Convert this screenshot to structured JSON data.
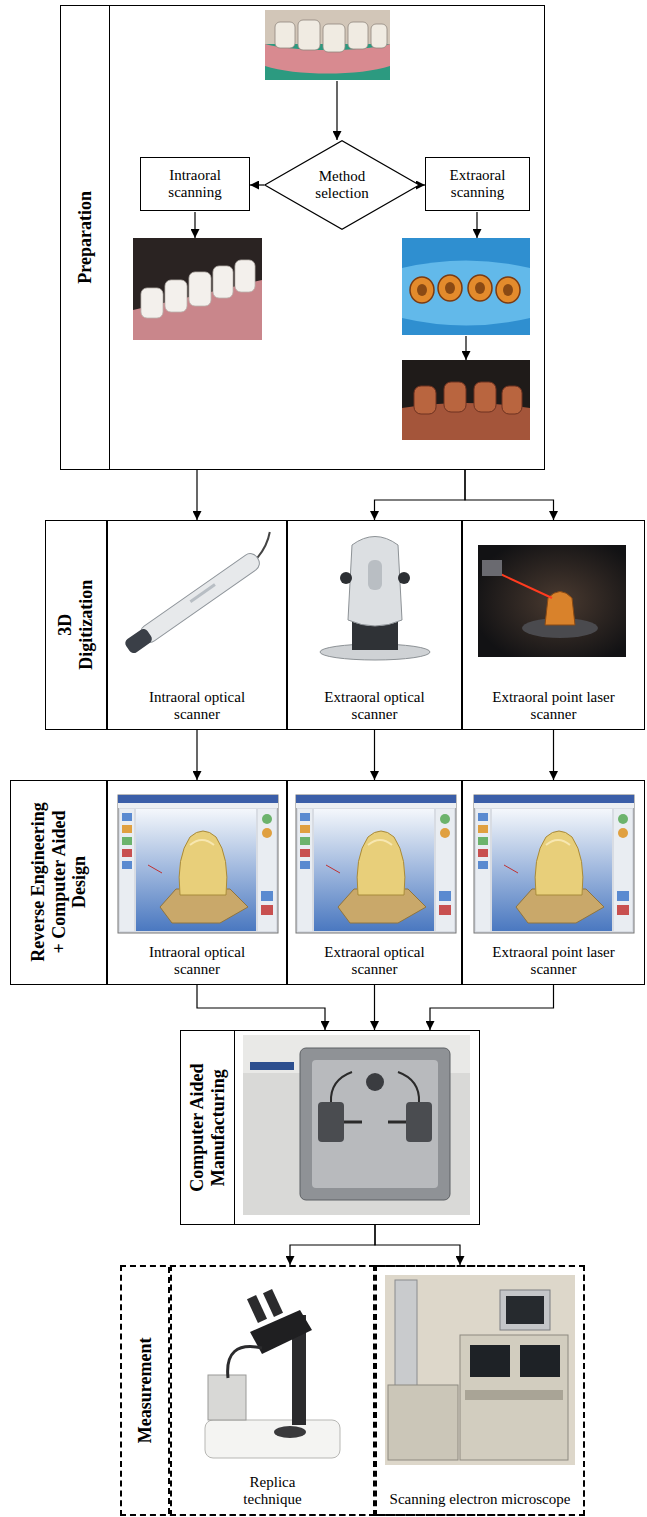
{
  "diagram": {
    "nodes": [
      {
        "text": [
          "Preparation"
        ]
      },
      {
        "text": [
          "Intraoral scanning"
        ],
        "in": 0
      },
      {
        "text": [
          "Method selection"
        ],
        "in": 0
      },
      {
        "text": [
          "Extraoral scanning"
        ],
        "in": 0
      },
      {
        "text": [
          "3D Digitization"
        ]
      },
      {
        "text": [
          "Intraoral optical scanner"
        ],
        "in": 4
      },
      {
        "text": [
          "Extraoral optical scanner"
        ],
        "in": 4
      },
      {
        "text": [
          "Extraoral point laser scanner"
        ],
        "in": 4
      },
      {
        "text": [
          "Reverse Engineering + Computer Aided Design"
        ]
      },
      {
        "text": [
          "Intraoral optical scanner"
        ],
        "in": 8
      },
      {
        "text": [
          "Extraoral optical scanner"
        ],
        "in": 8
      },
      {
        "text": [
          "Extraoral point laser scanner"
        ],
        "in": 8
      },
      {
        "text": [
          "Computer Aided Manufacturing"
        ]
      },
      {
        "text": [
          "Measurement"
        ]
      },
      {
        "text": [
          "Replica technique"
        ],
        "in": 13
      },
      {
        "text": [
          "Scanning electron microscope"
        ],
        "in": 13
      }
    ],
    "edges": [
      {
        "from": 2,
        "to": 1,
        "arrow": "to"
      },
      {
        "from": 2,
        "to": 3,
        "arrow": "to"
      },
      {
        "from": 0,
        "to": 5,
        "arrow": "to"
      },
      {
        "from": 0,
        "to": 6,
        "arrow": "to"
      },
      {
        "from": 0,
        "to": 7,
        "arrow": "to"
      },
      {
        "from": 5,
        "to": 9,
        "arrow": "to"
      },
      {
        "from": 6,
        "to": 10,
        "arrow": "to"
      },
      {
        "from": 7,
        "to": 11,
        "arrow": "to"
      },
      {
        "from": 9,
        "to": 12,
        "arrow": "to"
      },
      {
        "from": 10,
        "to": 12,
        "arrow": "to"
      },
      {
        "from": 11,
        "to": 12,
        "arrow": "to"
      },
      {
        "from": 12,
        "to": 14,
        "arrow": "to"
      },
      {
        "from": 12,
        "to": 15,
        "arrow": "to"
      }
    ]
  }
}
